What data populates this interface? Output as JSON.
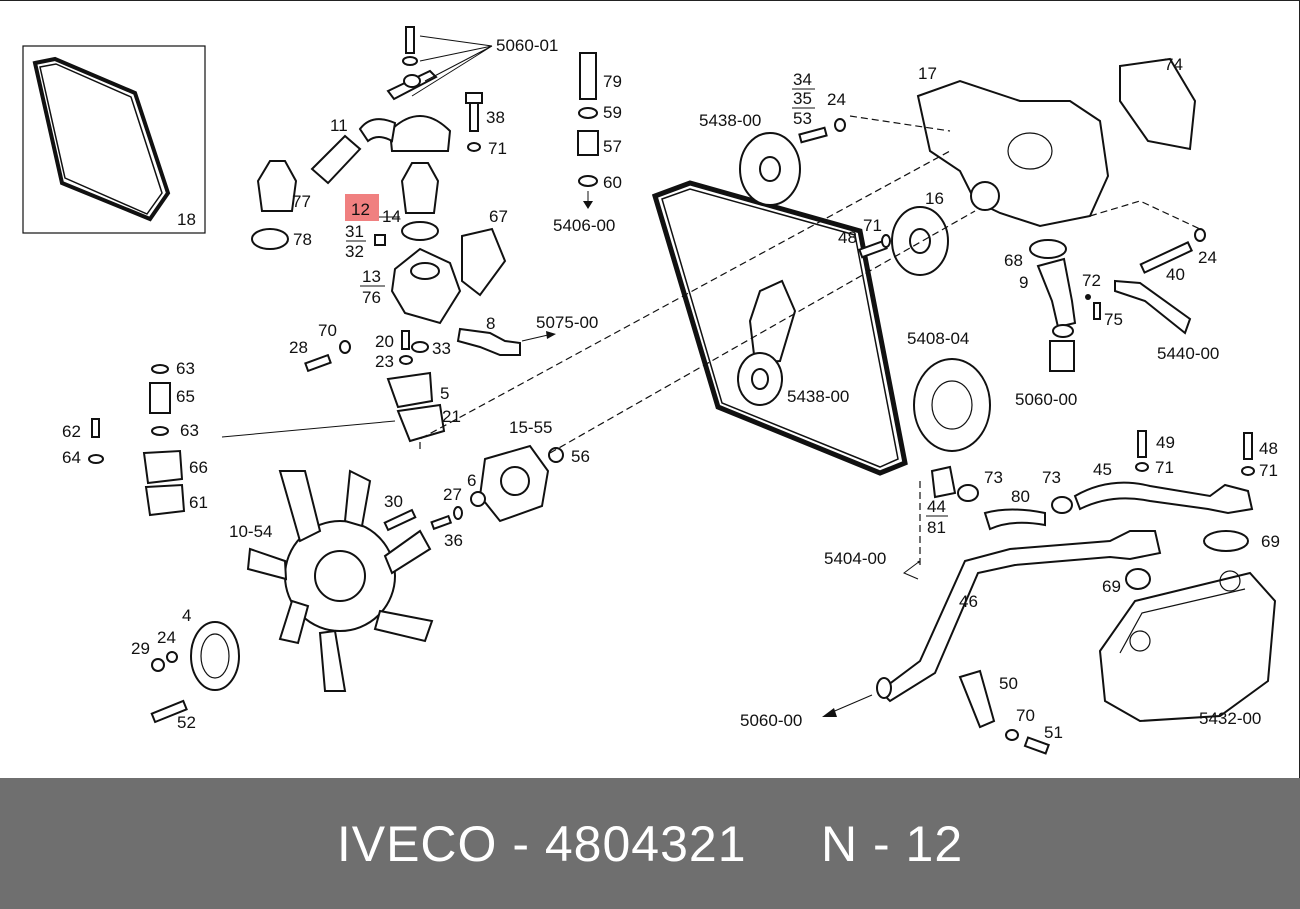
{
  "footer": {
    "brand": "IVECO",
    "separator": " - ",
    "part_number": "4804321",
    "ref_prefix": "N - ",
    "ref_number": "12"
  },
  "highlight_color": "#f08080",
  "callouts": {
    "c5060_01": "5060-01",
    "c79": "79",
    "c59": "59",
    "c57": "57",
    "c60": "60",
    "c5406_00": "5406-00",
    "c11": "11",
    "c38": "38",
    "c71a": "71",
    "c77": "77",
    "c78": "78",
    "c18": "18",
    "c12": "12",
    "c14": "14",
    "c31": "31",
    "c32": "32",
    "c13": "13",
    "c76": "76",
    "c67": "67",
    "c8": "8",
    "c5075_00": "5075-00",
    "c28": "28",
    "c70a": "70",
    "c20": "20",
    "c23": "23",
    "c33": "33",
    "c5": "5",
    "c21": "21",
    "c63a": "63",
    "c65": "65",
    "c63b": "63",
    "c62": "62",
    "c64": "64",
    "c66": "66",
    "c61": "61",
    "c15_55": "15-55",
    "c56": "56",
    "c6": "6",
    "c27": "27",
    "c30": "30",
    "c36": "36",
    "c10_54": "10-54",
    "c4": "4",
    "c29": "29",
    "c24a": "24",
    "c52": "52",
    "c5438_00a": "5438-00",
    "c34": "34",
    "c35": "35",
    "c53": "53",
    "c24b": "24",
    "c17": "17",
    "c74": "74",
    "c16": "16",
    "c48a": "48",
    "c71b": "71",
    "c68": "68",
    "c9": "9",
    "c72": "72",
    "c75": "75",
    "c40": "40",
    "c24c": "24",
    "c5440_00": "5440-00",
    "c5408_04": "5408-04",
    "c5438_00b": "5438-00",
    "c5060_00a": "5060-00",
    "c73a": "73",
    "c73b": "73",
    "c80": "80",
    "c44": "44",
    "c81": "81",
    "c45": "45",
    "c49": "49",
    "c71c": "71",
    "c48b": "48",
    "c71d": "71",
    "c69a": "69",
    "c69b": "69",
    "c5404_00": "5404-00",
    "c46": "46",
    "c5060_00b": "5060-00",
    "c50": "50",
    "c70b": "70",
    "c51": "51",
    "c5432_00": "5432-00"
  }
}
